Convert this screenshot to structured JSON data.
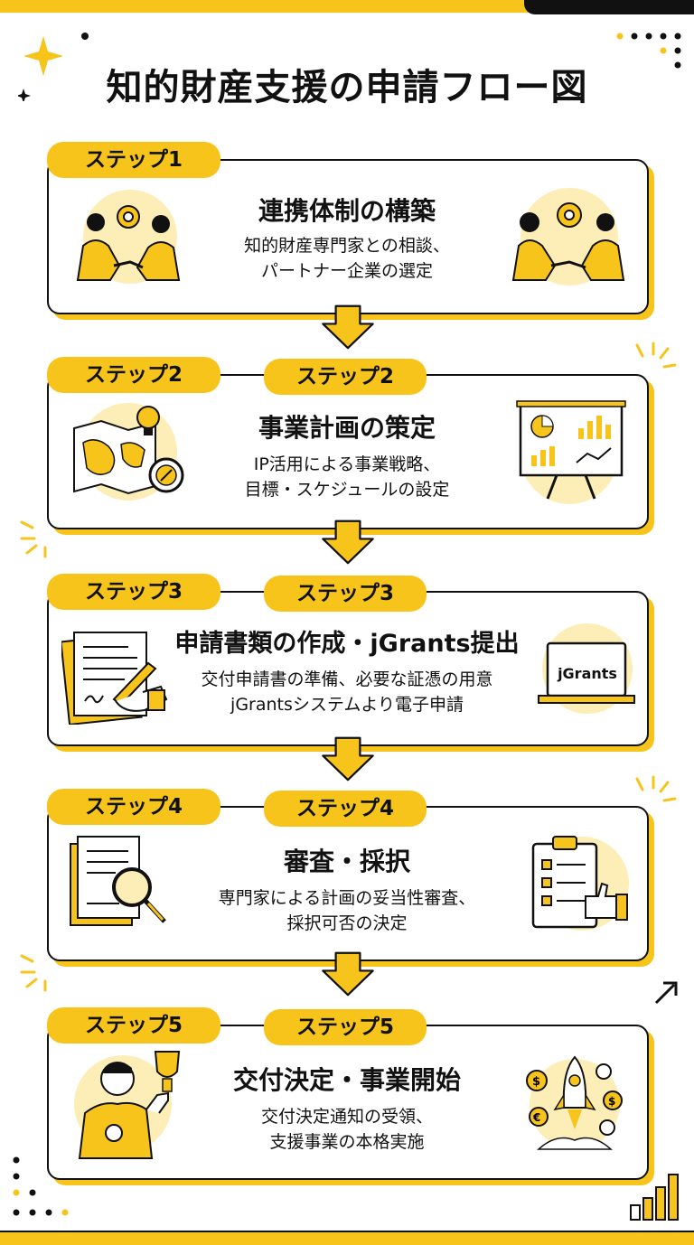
{
  "title": "知的財産支援の申請フロー図",
  "steps": [
    {
      "badge_left": "ステップ1",
      "badge_center": "",
      "title": "連携体制の構築",
      "desc": [
        "知的財産専門家との相談、",
        "パートナー企業の選定"
      ],
      "icons": {
        "left": "handshake-gear-icon",
        "right": "handshake-gear-icon"
      }
    },
    {
      "badge_left": "ステップ2",
      "badge_center": "ステップ2",
      "title": "事業計画の策定",
      "desc": [
        "IP活用による事業戦略、",
        "目標・スケジュールの設定"
      ],
      "icons": {
        "left": "map-lightbulb-compass-icon",
        "right": "chart-board-icon"
      }
    },
    {
      "badge_left": "ステップ3",
      "badge_center": "ステップ3",
      "title": "申請書類の作成・jGrants提出",
      "desc": [
        "交付申請書の準備、必要な証憑の用意",
        "jGrantsシステムより電子申請"
      ],
      "icons": {
        "left": "document-signing-icon",
        "right": "laptop-icon"
      },
      "laptop_label": "jGrants"
    },
    {
      "badge_left": "ステップ4",
      "badge_center": "ステップ4",
      "title": "審査・採択",
      "desc": [
        "専門家による計画の妥当性審査、",
        "採択可否の決定"
      ],
      "icons": {
        "left": "document-magnifier-icon",
        "right": "checklist-thumbs-up-icon"
      }
    },
    {
      "badge_left": "ステップ5",
      "badge_center": "ステップ5",
      "title": "交付決定・事業開始",
      "desc": [
        "交付決定通知の受領、",
        "支援事業の本格実施"
      ],
      "icons": {
        "left": "person-trophy-icon",
        "right": "rocket-coins-icon"
      }
    }
  ],
  "colors": {
    "accent": "#f7c41b",
    "ink": "#111111",
    "pale": "#fdeeb8"
  }
}
